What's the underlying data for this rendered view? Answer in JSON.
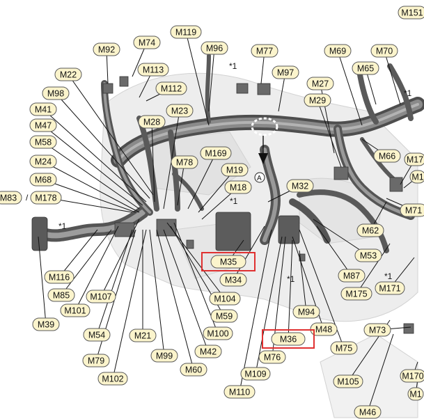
{
  "colors": {
    "label_fill": "#fbf4cc",
    "label_stroke": "#5a5a5a",
    "leader": "#111111",
    "harness_dark": "#5e5e5e",
    "harness_mid": "#8f8f8f",
    "engine_light": "#e8e8e8",
    "highlight": "#e03030"
  },
  "labels": {
    "M151": "M151",
    "M74": "M74",
    "M92": "M92",
    "M119": "M119",
    "M96": "M96",
    "M77": "M77",
    "M69": "M69",
    "M70": "M70",
    "M113": "M113",
    "M22": "M22",
    "M97": "M97",
    "M65": "M65",
    "M112": "M112",
    "M98": "M98",
    "M27": "M27",
    "M29": "M29",
    "M41": "M41",
    "M23": "M23",
    "M47": "M47",
    "M28": "M28",
    "M58": "M58",
    "M169": "M169",
    "M66": "M66",
    "M17x": "M17",
    "M78": "M78",
    "M24": "M24",
    "M19": "M19",
    "M1x": "M1",
    "M68": "M68",
    "M32": "M32",
    "M18": "M18",
    "M83": "M83",
    "M178": "M178",
    "M71": "M71",
    "M62": "M62",
    "M35": "M35",
    "M53": "M53",
    "M116": "M116",
    "M34": "M34",
    "M87": "M87",
    "M85": "M85",
    "M175": "M175",
    "M107": "M107",
    "M104": "M104",
    "M171": "M171",
    "M101": "M101",
    "M59": "M59",
    "M94": "M94",
    "M39": "M39",
    "M73": "M73",
    "M48": "M48",
    "M54": "M54",
    "M21": "M21",
    "M100": "M100",
    "M36": "M36",
    "M75": "M75",
    "M79": "M79",
    "M99": "M99",
    "M42": "M42",
    "M76": "M76",
    "M60": "M60",
    "M102": "M102",
    "M109": "M109",
    "M105": "M105",
    "M170": "M170",
    "M1b": "M1",
    "M110": "M110",
    "M46": "M46"
  },
  "notes": {
    "star1": "*1",
    "circle_a": "A",
    "slash": "/"
  },
  "highlighted": [
    "M35",
    "M36"
  ]
}
